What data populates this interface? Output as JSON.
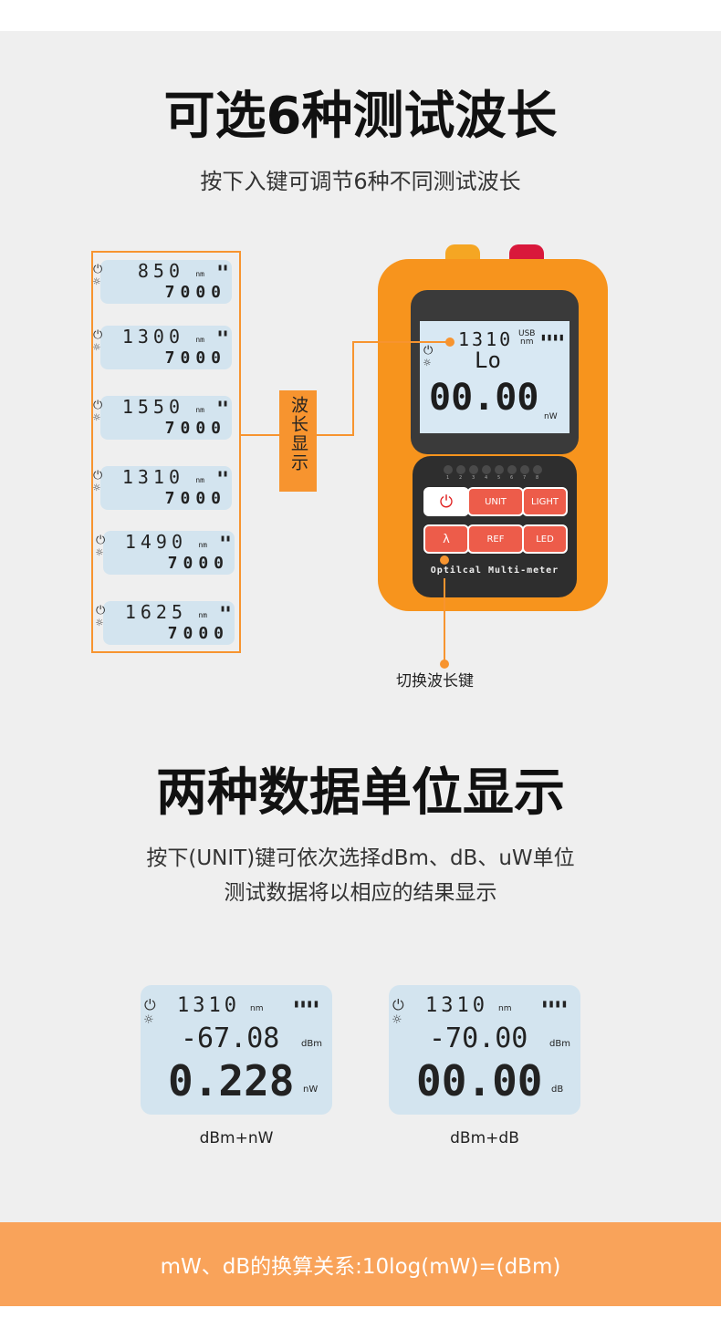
{
  "section1": {
    "title": "可选6种测试波长",
    "subtitle": "按下入键可调节6种不同测试波长",
    "side_label": "波长显示",
    "button_label": "切换波长键",
    "wavelengths": [
      "850",
      "1300",
      "1550",
      "1310",
      "1490",
      "1625"
    ],
    "small_unit": "nm",
    "small_reading": "7000"
  },
  "device": {
    "wavelength": "1310",
    "usb": "USB",
    "nm": "nm",
    "mode": "Lo",
    "reading": "00.00",
    "unit": "nW",
    "leds": [
      "1",
      "2",
      "3",
      "4",
      "5",
      "6",
      "7",
      "8"
    ],
    "buttons": {
      "unit": "UNIT",
      "light": "LIGHT",
      "lambda": "λ",
      "ref": "REF",
      "led": "LED"
    },
    "brand": "Optilcal Multi-meter"
  },
  "section2": {
    "title": "两种数据单位显示",
    "subtitle_line1": "按下(UNIT)键可依次选择dBm、dB、uW单位",
    "subtitle_line2": "测试数据将以相应的结果显示",
    "displays": [
      {
        "wavelength": "1310",
        "nm": "nm",
        "line2": "-67.08",
        "unit2": "dBm",
        "line3": "0.228",
        "unit3": "nW",
        "caption": "dBm+nW"
      },
      {
        "wavelength": "1310",
        "nm": "nm",
        "line2": "-70.00",
        "unit2": "dBm",
        "line3": "00.00",
        "unit3": "dB",
        "caption": "dBm+dB"
      }
    ]
  },
  "footer": {
    "text": "mW、dB的换算关系:10log(mW)=(dBm)"
  },
  "colors": {
    "accent": "#f7942f",
    "band": "#f9a35a",
    "lcd": "#d3e4ef",
    "button": "#ed5c4a"
  }
}
